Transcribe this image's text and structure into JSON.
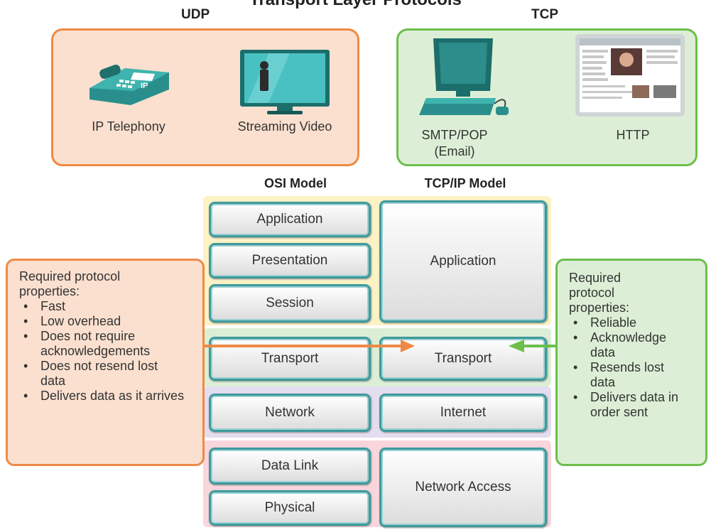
{
  "title": "Transport Layer Protocols",
  "udp": {
    "header": "UDP",
    "apps": [
      {
        "label": "IP Telephony",
        "icon": "ip-phone-icon",
        "badge": "IP"
      },
      {
        "label": "Streaming Video",
        "icon": "tv-monitor-icon"
      }
    ],
    "properties_title": "Required protocol properties:",
    "properties": [
      "Fast",
      "Low overhead",
      "Does not require acknowledgements",
      "Does not resend lost data",
      "Delivers data as it arrives"
    ],
    "color": "#ee8a45"
  },
  "tcp": {
    "header": "TCP",
    "apps": [
      {
        "label": "SMTP/POP",
        "sublabel": "(Email)",
        "icon": "computer-icon"
      },
      {
        "label": "HTTP",
        "icon": "web-page-icon"
      }
    ],
    "properties_title": "Required protocol properties:",
    "properties": [
      "Reliable",
      "Acknowledge data",
      "Resends lost data",
      "Delivers data in order sent"
    ],
    "color": "#6cbf4b"
  },
  "osi": {
    "header": "OSI Model",
    "layers": [
      "Application",
      "Presentation",
      "Session",
      "Transport",
      "Network",
      "Data Link",
      "Physical"
    ]
  },
  "tcpip": {
    "header": "TCP/IP Model",
    "layers": [
      "Application",
      "Transport",
      "Internet",
      "Network Access"
    ]
  }
}
